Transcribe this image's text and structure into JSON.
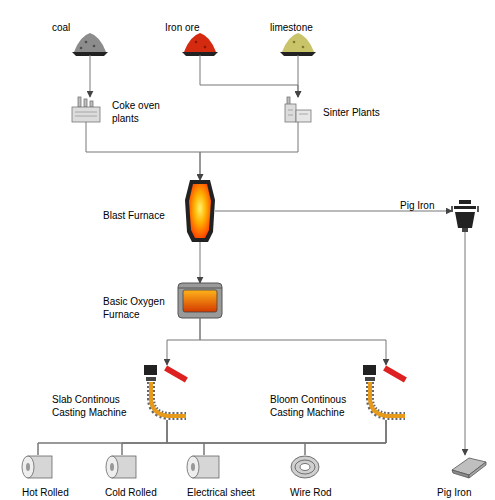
{
  "diagram": {
    "nodes": [
      {
        "text": [
          "coal"
        ]
      },
      {
        "text": [
          "Iron ore"
        ]
      },
      {
        "text": [
          "limestone"
        ]
      },
      {
        "text": [
          "Coke oven plants"
        ]
      },
      {
        "text": [
          "Sinter Plants"
        ]
      },
      {
        "text": [
          "Blast Furnace"
        ]
      },
      {
        "text": [
          "Pig Iron"
        ]
      },
      {
        "text": [
          "Basic Oxygen Furnace"
        ]
      },
      {
        "text": [
          "Slab Continous Casting Machine"
        ]
      },
      {
        "text": [
          "Bloom Continous Casting Machine"
        ]
      },
      {
        "text": [
          "Hot Rolled"
        ]
      },
      {
        "text": [
          "Cold Rolled"
        ]
      },
      {
        "text": [
          "Electrical sheet"
        ]
      },
      {
        "text": [
          "Wire Rod"
        ]
      },
      {
        "text": [
          "Pig Iron"
        ]
      }
    ],
    "edges": [
      {
        "from": 0,
        "to": 3,
        "arrow": "to"
      },
      {
        "from": 1,
        "to": 4,
        "arrow": "to"
      },
      {
        "from": 2,
        "to": 4,
        "arrow": "to"
      },
      {
        "from": 3,
        "to": 5,
        "arrow": "to"
      },
      {
        "from": 4,
        "to": 5,
        "arrow": "to"
      },
      {
        "from": 5,
        "to": 6,
        "arrow": "to"
      },
      {
        "from": 6,
        "to": 14,
        "arrow": "to"
      },
      {
        "from": 5,
        "to": 7,
        "arrow": "to"
      },
      {
        "from": 7,
        "to": 8,
        "arrow": "to"
      },
      {
        "from": 7,
        "to": 9,
        "arrow": "to"
      },
      {
        "from": 8,
        "to": 10,
        "arrow": "none"
      },
      {
        "from": 8,
        "to": 11,
        "arrow": "none"
      },
      {
        "from": 8,
        "to": 12,
        "arrow": "none"
      },
      {
        "from": 8,
        "to": 13,
        "arrow": "none"
      },
      {
        "from": 9,
        "to": 10,
        "arrow": "none"
      },
      {
        "from": 9,
        "to": 11,
        "arrow": "none"
      },
      {
        "from": 9,
        "to": 12,
        "arrow": "none"
      },
      {
        "from": 9,
        "to": 13,
        "arrow": "none"
      }
    ]
  }
}
